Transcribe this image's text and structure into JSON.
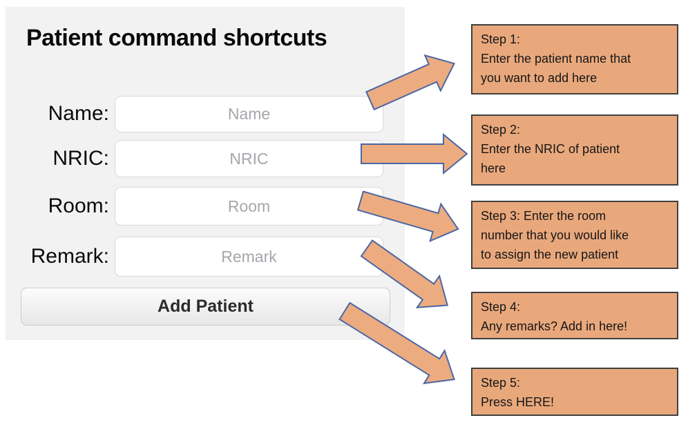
{
  "panel": {
    "title": "Patient command shortcuts",
    "form": {
      "fields": [
        {
          "label": "Name:",
          "placeholder": "Name",
          "value": ""
        },
        {
          "label": "NRIC:",
          "placeholder": "NRIC",
          "value": ""
        },
        {
          "label": "Room:",
          "placeholder": "Room",
          "value": ""
        },
        {
          "label": "Remark:",
          "placeholder": "Remark",
          "value": ""
        }
      ],
      "submit_label": "Add Patient"
    }
  },
  "steps": [
    {
      "text": "Step 1:\nEnter the patient name that\nyou want to add here"
    },
    {
      "text": "Step 2:\nEnter the NRIC of patient\nhere"
    },
    {
      "text": "Step 3: Enter the room\nnumber that you would like\nto assign the new patient"
    },
    {
      "text": "Step 4:\nAny remarks? Add in here!"
    },
    {
      "text": "Step 5:\nPress HERE!"
    }
  ],
  "colors": {
    "panel_bg": "#f2f2f2",
    "callout_fill": "#e9a87c",
    "callout_border": "#3f3f3f",
    "arrow_fill": "#ecac80",
    "arrow_stroke": "#4b66a3"
  }
}
